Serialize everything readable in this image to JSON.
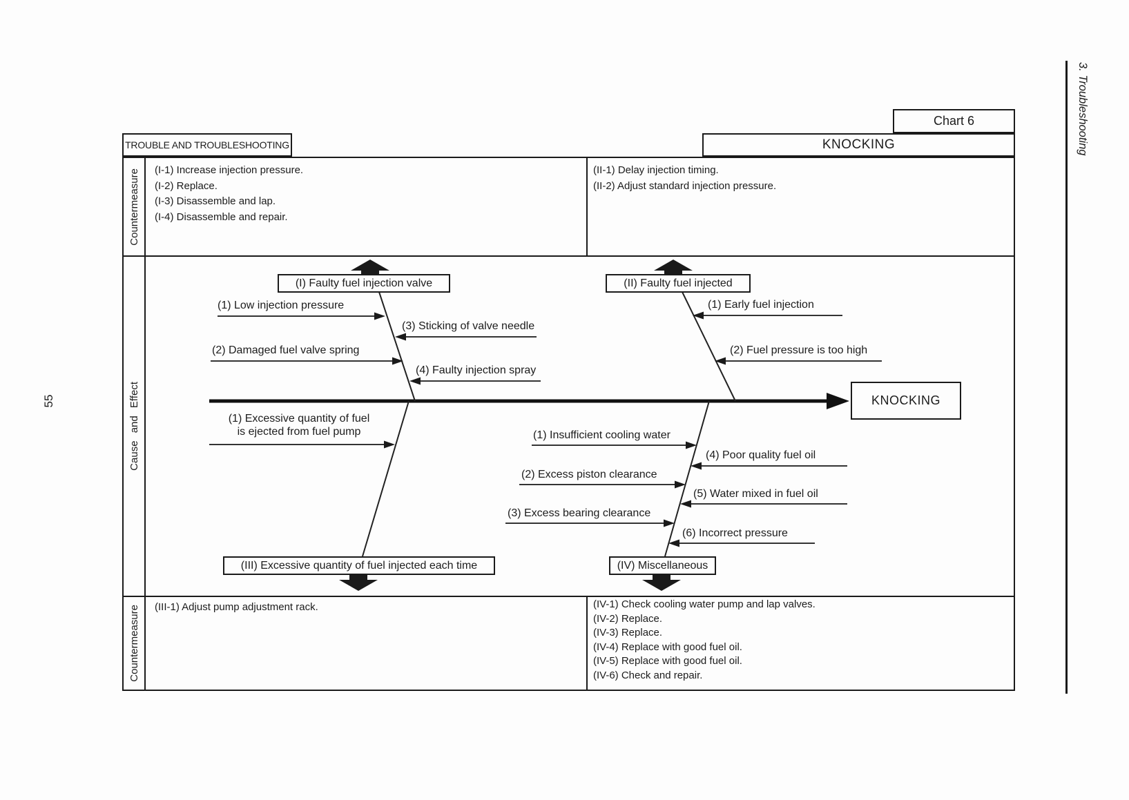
{
  "page": {
    "number": "55",
    "side_header": "3. Troubleshooting"
  },
  "header": {
    "corner_label": "TROUBLE AND TROUBLESHOOTING",
    "chart_label": "Chart 6",
    "title": "KNOCKING"
  },
  "countermeasures": {
    "top_label": "Countermeasure",
    "middle_label": "Cause and Effect",
    "bottom_label": "Countermeasure",
    "top_left": [
      "(I-1) Increase injection pressure.",
      "(I-2) Replace.",
      "(I-3) Disassemble and lap.",
      "(I-4) Disassemble and repair."
    ],
    "top_right": [
      "(II-1) Delay injection timing.",
      "(II-2) Adjust standard injection pressure."
    ],
    "bottom_left": [
      "(III-1) Adjust pump adjustment rack."
    ],
    "bottom_right": [
      "(IV-1) Check cooling water pump and lap valves.",
      "(IV-2) Replace.",
      "(IV-3) Replace.",
      "(IV-4) Replace with good fuel oil.",
      "(IV-5) Replace with good fuel oil.",
      "(IV-6) Check and repair."
    ]
  },
  "diagram": {
    "effect": "KNOCKING",
    "category_I": "(I) Faulty fuel injection valve",
    "category_II": "(II) Faulty fuel injected",
    "category_III": "(III) Excessive quantity of fuel injected each time",
    "category_IV": "(IV) Miscellaneous",
    "causes_I": [
      "(1) Low injection pressure",
      "(2) Damaged fuel valve spring",
      "(3) Sticking of valve needle",
      "(4) Faulty injection spray"
    ],
    "causes_II": [
      "(1) Early fuel injection",
      "(2) Fuel pressure is too high"
    ],
    "causes_III": [
      "(1) Excessive quantity of fuel\nis ejected from fuel pump"
    ],
    "causes_IV": [
      "(1) Insufficient cooling water",
      "(2) Excess piston clearance",
      "(3) Excess bearing clearance",
      "(4) Poor quality fuel oil",
      "(5) Water mixed in fuel oil",
      "(6) Incorrect pressure"
    ]
  },
  "colors": {
    "ink": "#1a1a1a",
    "paper": "#fdfdfd"
  }
}
